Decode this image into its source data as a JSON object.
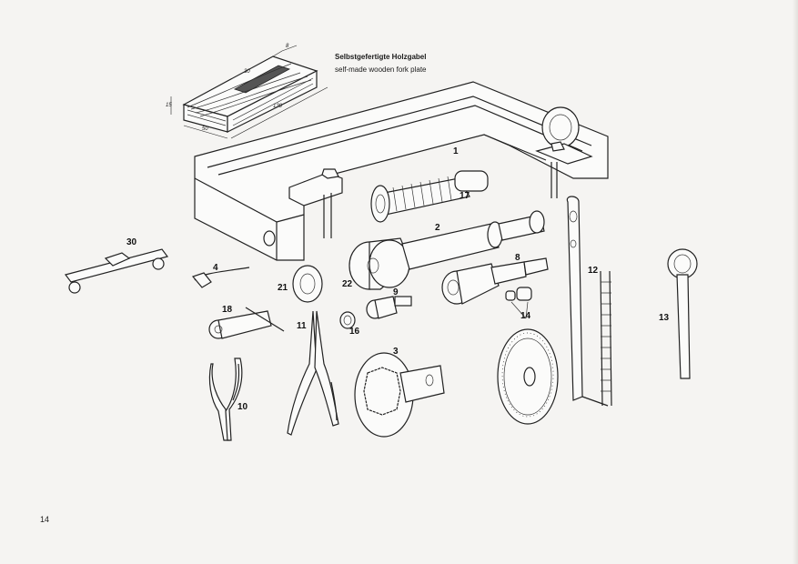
{
  "caption": {
    "de": "Selbstgefertigte Holzgabel",
    "en": "self-made wooden fork plate"
  },
  "dimensions": {
    "d8": "8",
    "d30": "30",
    "d15": "15",
    "d50": "50",
    "d130": "130"
  },
  "labels": {
    "l1": "1",
    "l2": "2",
    "l3": "3",
    "l4": "4",
    "l8": "8",
    "l9": "9",
    "l10": "10",
    "l11": "11",
    "l12": "12",
    "l13": "13",
    "l14": "14",
    "l16": "16",
    "l17": "17",
    "l18": "18",
    "l21": "21",
    "l22": "22",
    "l30": "30"
  },
  "page_number": "14"
}
